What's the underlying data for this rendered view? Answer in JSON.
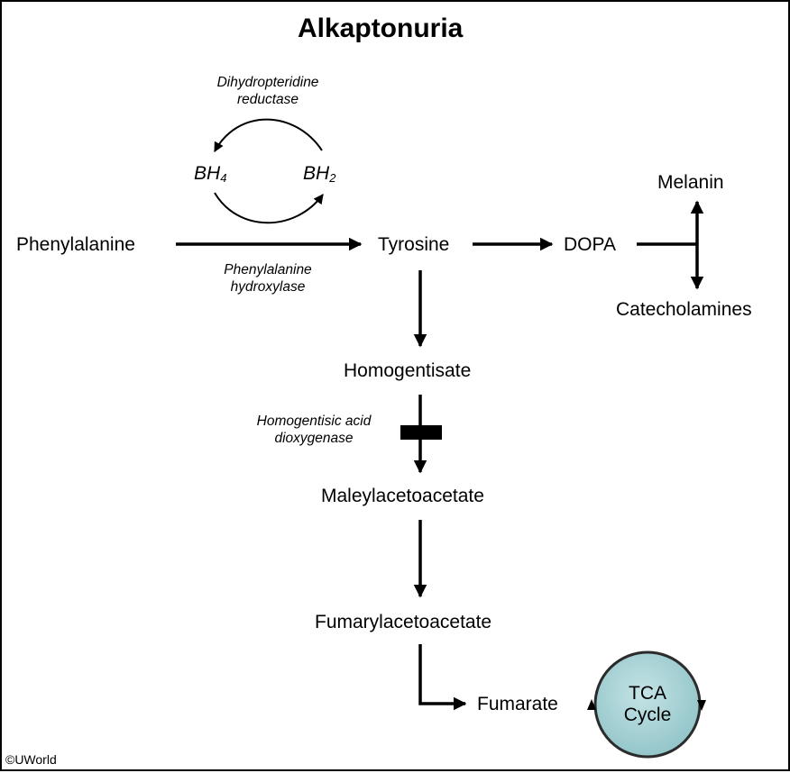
{
  "title": "Alkaptonuria",
  "compounds": {
    "phenylalanine": "Phenylalanine",
    "tyrosine": "Tyrosine",
    "dopa": "DOPA",
    "melanin": "Melanin",
    "catecholamines": "Catecholamines",
    "homogentisate": "Homogentisate",
    "maleylacetoacetate": "Maleylacetoacetate",
    "fumarylacetoacetate": "Fumarylacetoacetate",
    "fumarate": "Fumarate"
  },
  "cofactors": {
    "bh4_base": "BH",
    "bh4_sub": "4",
    "bh2_base": "BH",
    "bh2_sub": "2"
  },
  "enzymes": {
    "dihydropteridine_reductase_line1": "Dihydropteridine",
    "dihydropteridine_reductase_line2": "reductase",
    "phenylalanine_hydroxylase_line1": "Phenylalanine",
    "phenylalanine_hydroxylase_line2": "hydroxylase",
    "homogentisic_acid_dioxygenase_line1": "Homogentisic acid",
    "homogentisic_acid_dioxygenase_line2": "dioxygenase"
  },
  "tca_cycle": {
    "line1": "TCA",
    "line2": "Cycle"
  },
  "copyright": "©UWorld",
  "colors": {
    "line": "#000000",
    "tca_fill": "#a9d3d6",
    "tca_stroke": "#2b2b2b",
    "block": "#000000"
  }
}
